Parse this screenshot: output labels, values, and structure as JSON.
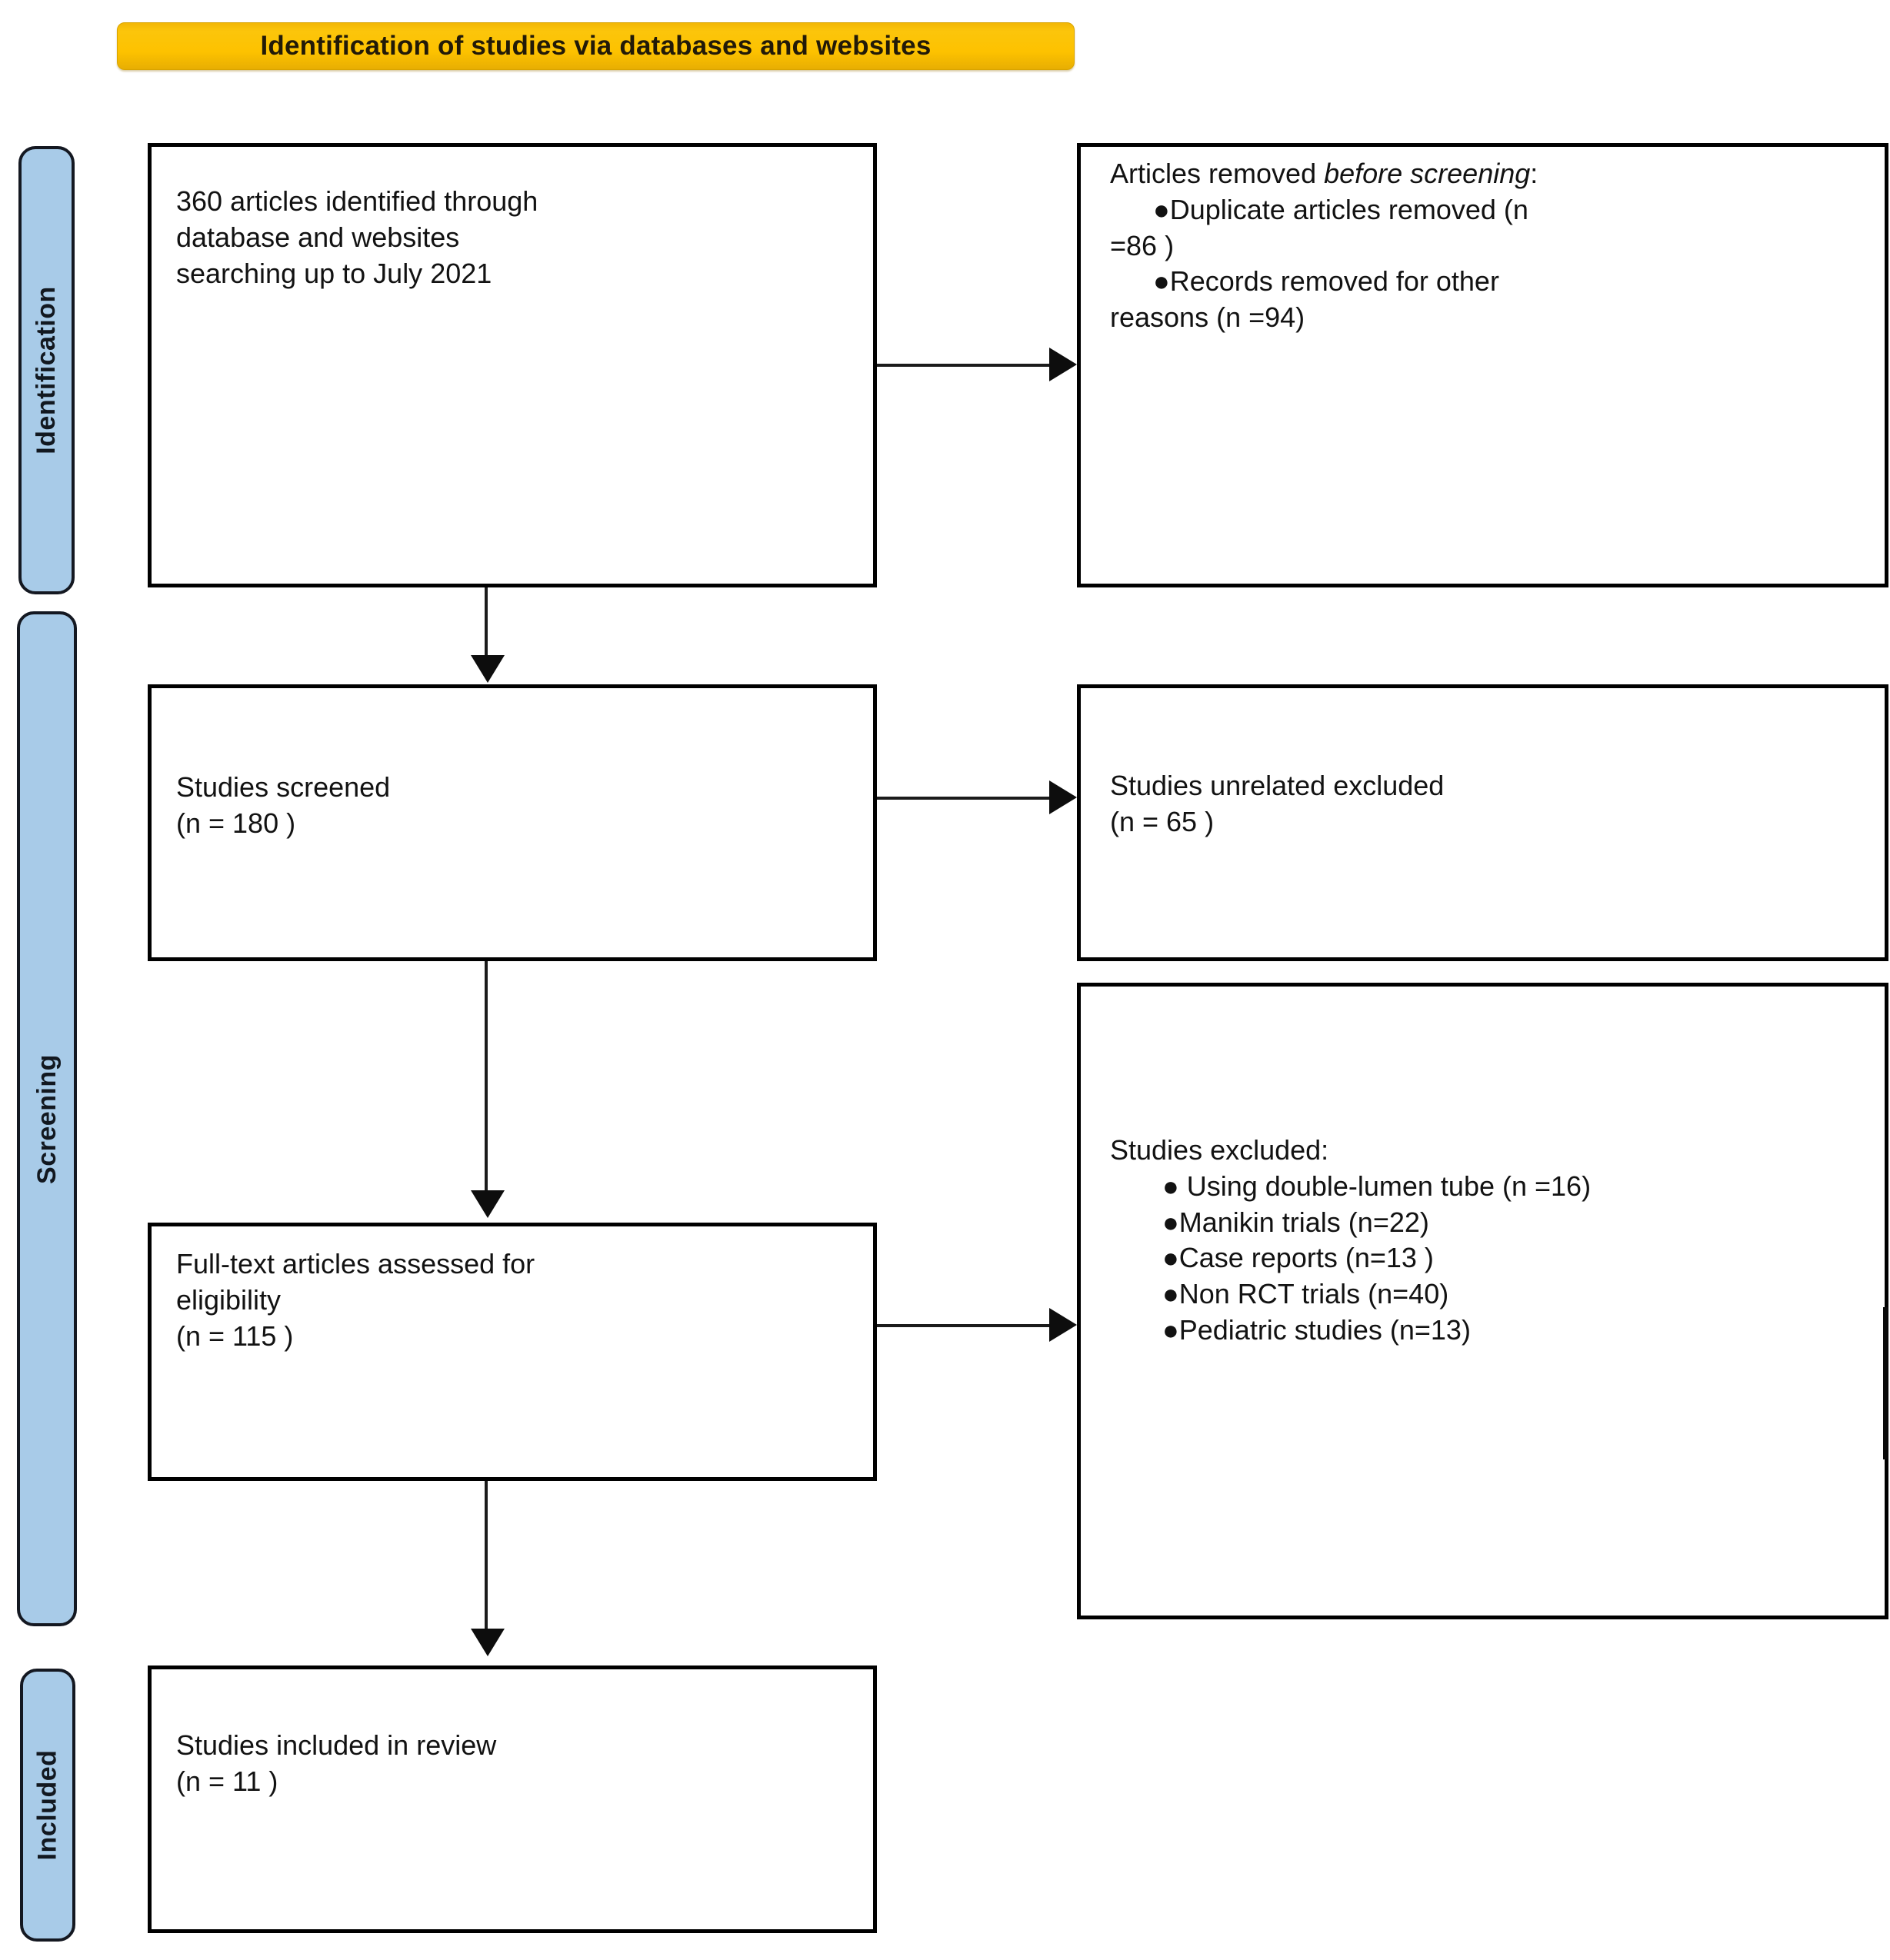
{
  "banner": {
    "title": "Identification of studies via databases and websites",
    "color": "#fdc200"
  },
  "rails": [
    {
      "label": "Identification",
      "color": "#a8cbe8"
    },
    {
      "label": "Screening",
      "color": "#a8cbe8"
    },
    {
      "label": "Included",
      "color": "#a8cbe8"
    }
  ],
  "boxes": {
    "identified": {
      "line1": "360 articles identified through",
      "line2": "database and websites",
      "line3": "searching up to July 2021"
    },
    "removed": {
      "heading_prefix": "Articles removed ",
      "heading_italic": "before screening",
      "heading_suffix": ":",
      "items": [
        "●Duplicate articles removed  (n",
        "=86 )",
        "●Records removed for other",
        "reasons (n =94)"
      ]
    },
    "screened": {
      "line1": "Studies screened",
      "line2": "(n = 180 )"
    },
    "unrelated": {
      "line1": "Studies unrelated excluded",
      "line2": "(n = 65 )"
    },
    "fulltext": {
      "line1": "Full-text articles assessed for",
      "line2": "eligibility",
      "line3": "(n = 115 )"
    },
    "excluded": {
      "heading": "Studies excluded:",
      "items": [
        "● Using double-lumen tube (n =16)",
        "●Manikin trials (n=22)",
        "●Case reports (n=13 )",
        "●Non RCT trials (n=40)",
        "●Pediatric studies (n=13)"
      ]
    },
    "included": {
      "line1": "Studies included in review",
      "line2": "(n = 11 )"
    }
  }
}
